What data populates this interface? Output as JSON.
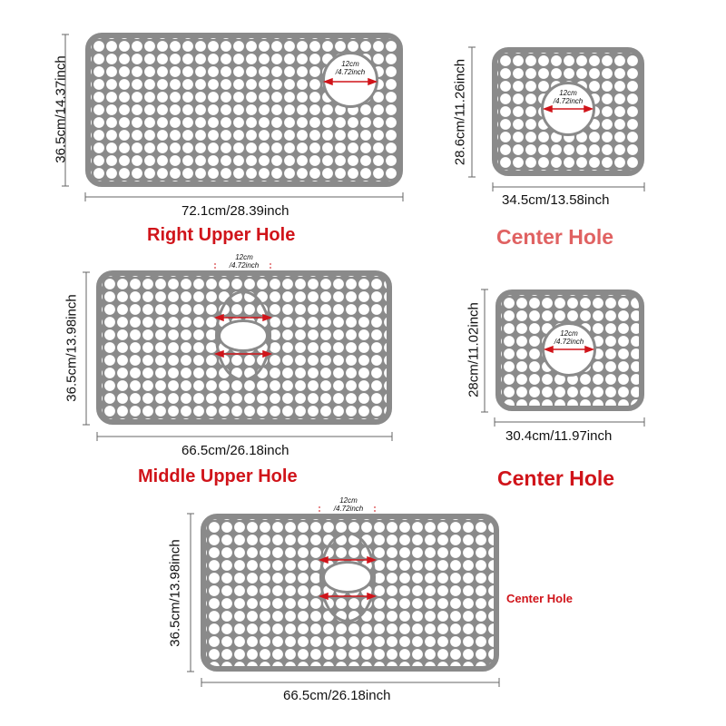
{
  "colors": {
    "red_title": "#d0141a",
    "pink_title": "#e06262",
    "mat": "#8a8a8a",
    "arrow": "#d0141a"
  },
  "items": [
    {
      "width_label": "72.1cm/28.39inch",
      "height_label": "36.5cm/14.37inch",
      "hole_cm": "12cm",
      "hole_inch": "/4.72inch",
      "title": "Right Upper Hole"
    },
    {
      "width_label": "34.5cm/13.58inch",
      "height_label": "28.6cm/11.26inch",
      "hole_cm": "12cm",
      "hole_inch": "/4.72inch",
      "title": "Center Hole"
    },
    {
      "width_label": "66.5cm/26.18inch",
      "height_label": "36.5cm/13.98inch",
      "hole_cm": "12cm",
      "hole_inch": "/4.72inch",
      "title": "Middle Upper Hole"
    },
    {
      "width_label": "30.4cm/11.97inch",
      "height_label": "28cm/11.02inch",
      "hole_cm": "12cm",
      "hole_inch": "/4.72inch",
      "title": "Center Hole"
    },
    {
      "width_label": "66.5cm/26.18inch",
      "height_label": "36.5cm/13.98inch",
      "hole_cm": "12cm",
      "hole_inch": "/4.72inch",
      "title": "Center Hole"
    }
  ]
}
